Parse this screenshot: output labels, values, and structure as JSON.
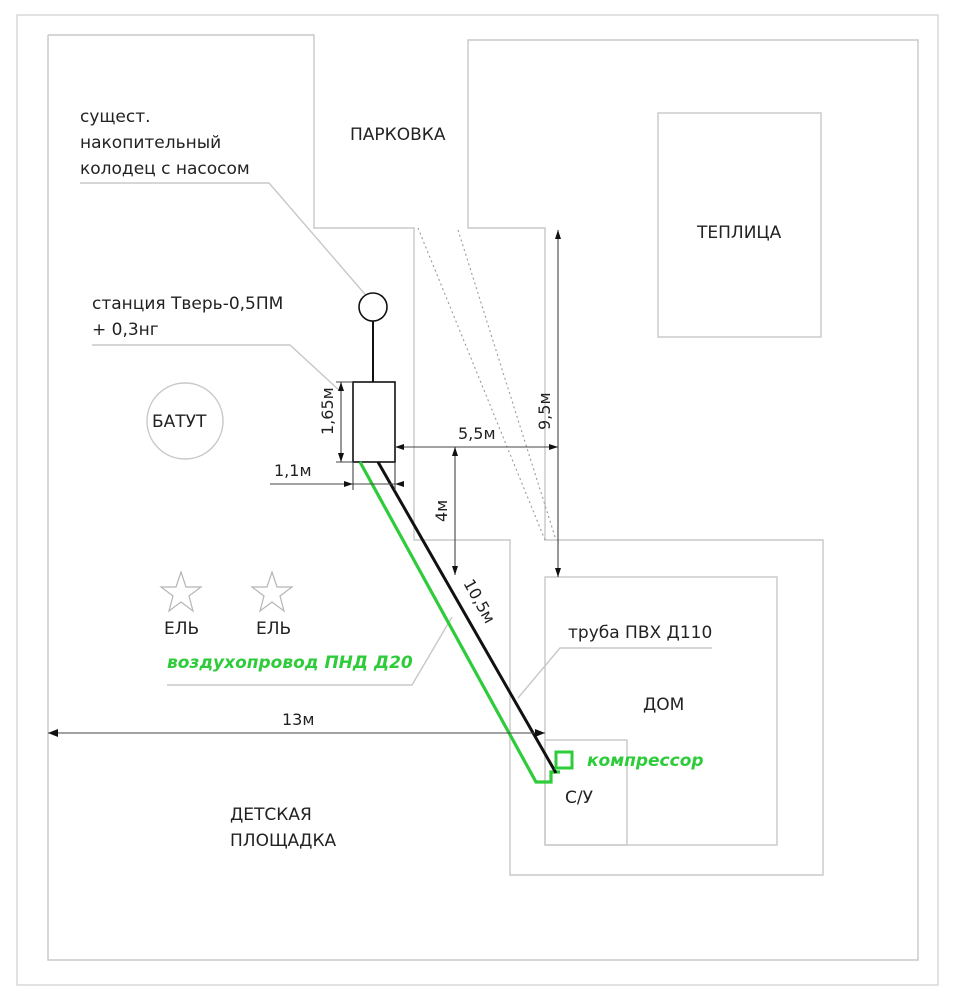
{
  "labels": {
    "well": [
      "сущест.",
      "накопительный",
      "колодец с насосом"
    ],
    "station": [
      "станция Тверь-0,5ПМ",
      "+ 0,3нг"
    ],
    "parking": "ПАРКОВКА",
    "greenhouse": "ТЕПЛИЦА",
    "trampoline": "БАТУТ",
    "tree1": "ЕЛЬ",
    "tree2": "ЕЛЬ",
    "air_duct": "воздухопровод ПНД Д20",
    "pvc_pipe": "труба ПВХ Д110",
    "house": "ДОМ",
    "compressor": "компрессор",
    "bathroom": "С/У",
    "playground": [
      "ДЕТСКАЯ",
      "ПЛОЩАДКА"
    ]
  },
  "dimensions": {
    "station_height": "1,65м",
    "station_width": "1,1м",
    "dist_to_house_h": "5,5м",
    "dist_to_house_v": "9,5м",
    "offset_4m": "4м",
    "pipe_length": "10,5м",
    "distance_13m": "13м"
  },
  "colors": {
    "air_duct": "#2ecc3a",
    "pvc_pipe": "#111111",
    "outline": "#c8c8c8"
  }
}
